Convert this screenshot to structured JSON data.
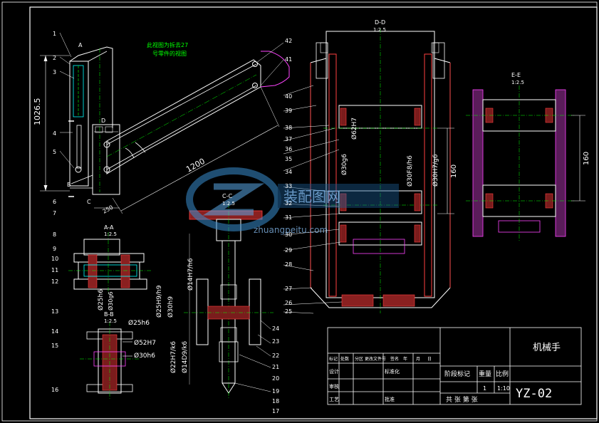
{
  "drawing": {
    "note_line1": "此视图为拆去27",
    "note_line2": "号零件的视图",
    "dim_height": "1026.5",
    "dim_arm": "1200",
    "dim_base": "250",
    "left_labels": [
      "1",
      "2",
      "3",
      "4",
      "5",
      "6",
      "7",
      "8",
      "9",
      "10",
      "11",
      "12",
      "13",
      "14",
      "15",
      "16"
    ],
    "right_labels": [
      "42",
      "41",
      "40",
      "39",
      "38",
      "37",
      "36",
      "35",
      "34",
      "33",
      "32",
      "31",
      "30",
      "29",
      "28",
      "27",
      "26",
      "25",
      "24",
      "23",
      "22",
      "21",
      "20",
      "19",
      "18",
      "17"
    ],
    "point_labels": {
      "a": "A",
      "b": "B",
      "c": "C",
      "d": "D"
    }
  },
  "views": {
    "aa": {
      "name": "A-A",
      "scale": "1:2.5"
    },
    "bb": {
      "name": "B-B",
      "scale": "1:2.5"
    },
    "cc": {
      "name": "C-C",
      "scale": "1:2.5"
    },
    "dd": {
      "name": "D-D",
      "scale": "1:2.5"
    },
    "ee": {
      "name": "E-E",
      "scale": "1:2.5"
    }
  },
  "fits": {
    "f1": "Ø25h6",
    "f2": "Ø30g6",
    "f3": "Ø25h6",
    "f4": "Ø52H7",
    "f5": "Ø30h6",
    "f6": "Ø14H7/h6",
    "f7": "Ø25H9/h9",
    "f8": "Ø30h9",
    "f9": "Ø22H7/k6",
    "f10": "Ø14D9/k6",
    "f11": "Ø62H7",
    "f12": "Ø30g6",
    "f13": "Ø30F8/h6",
    "f14": "Ø30H7/g6",
    "f15": "160",
    "f16": "160"
  },
  "title_block": {
    "drawing_title": "机械手",
    "drawing_no": "YZ-02",
    "scale": "1:10",
    "quantity": "1",
    "col_stage": "阶段标记",
    "col_weight": "重量",
    "col_scale": "比例",
    "rev_headers": [
      "标记",
      "处数",
      "分区",
      "更改文件号",
      "签名",
      "年",
      "月",
      "日"
    ],
    "row_design": "设计",
    "row_standard": "标准化",
    "row_review": "审核",
    "row_process": "工艺",
    "row_approve": "批准",
    "sheet_info": "共  张  第  张"
  },
  "watermark": {
    "brand": "装配图网",
    "url": "zhuangpeitu.com"
  }
}
